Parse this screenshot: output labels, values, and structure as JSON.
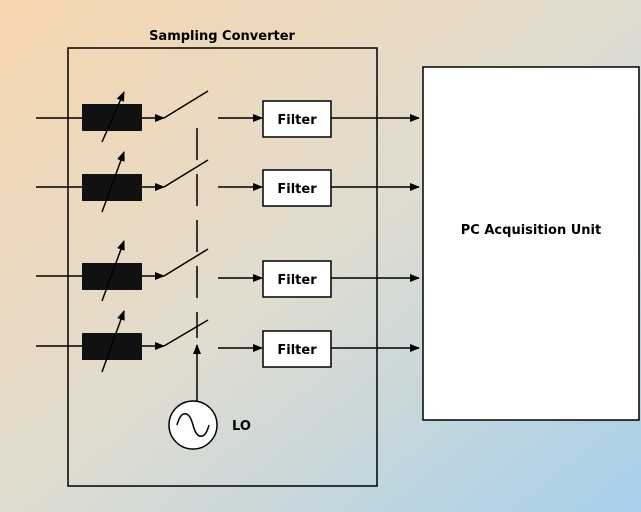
{
  "diagram": {
    "converter_title": "Sampling Converter",
    "filter_labels": [
      "Filter",
      "Filter",
      "Filter",
      "Filter"
    ],
    "pc_unit_label": "PC Acquisition Unit",
    "lo_label": "LO"
  },
  "colors": {
    "background_top_left": "#f8d9b4",
    "background_bottom_right": "#a8d2ec",
    "box_fill": "#ffffff",
    "line": "#000000",
    "attenuator_fill": "#111111"
  }
}
